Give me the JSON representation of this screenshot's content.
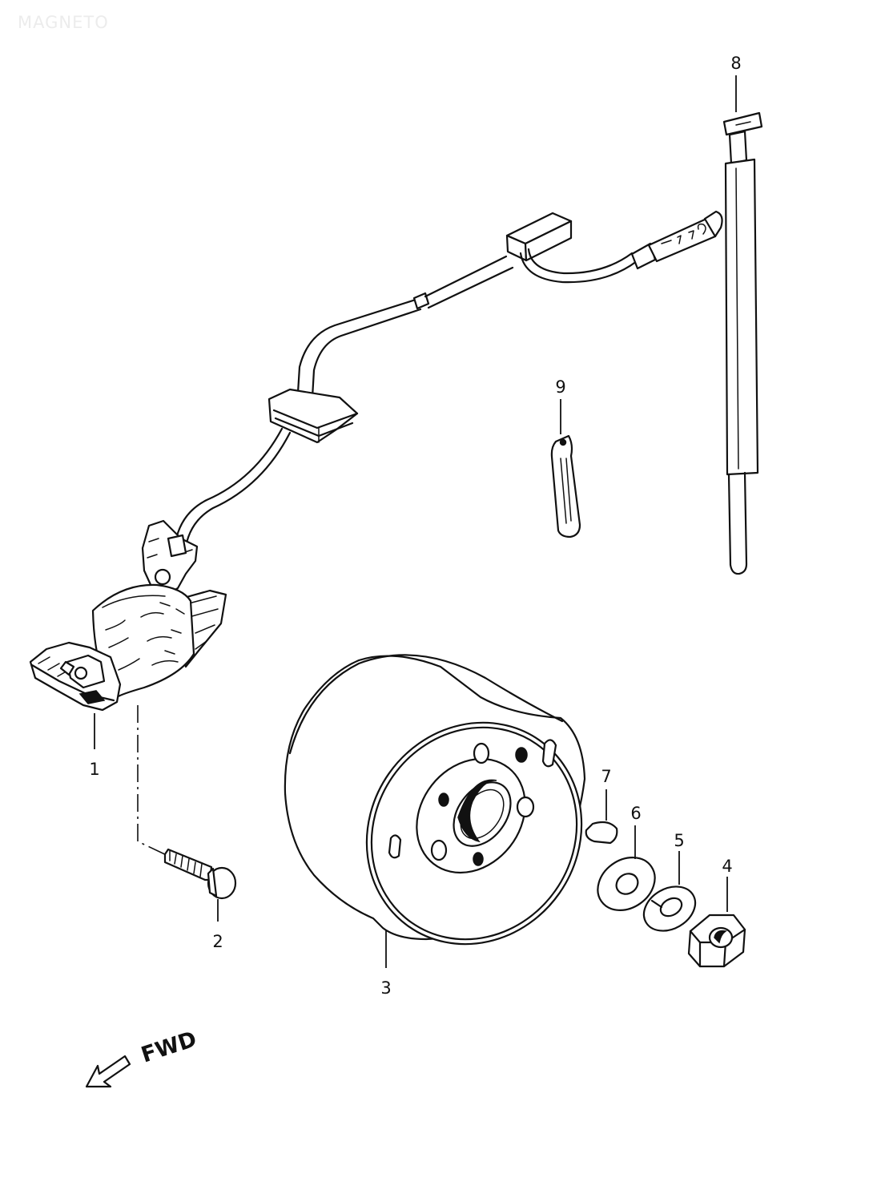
{
  "page": {
    "title": "MAGNETO"
  },
  "callouts": [
    {
      "id": "1",
      "label": "1"
    },
    {
      "id": "2",
      "label": "2"
    },
    {
      "id": "3",
      "label": "3"
    },
    {
      "id": "4",
      "label": "4"
    },
    {
      "id": "5",
      "label": "5"
    },
    {
      "id": "6",
      "label": "6"
    },
    {
      "id": "7",
      "label": "7"
    },
    {
      "id": "8",
      "label": "8"
    },
    {
      "id": "9",
      "label": "9"
    }
  ],
  "direction": {
    "label": "FWD",
    "arrow_icon": "arrow-left-icon"
  }
}
